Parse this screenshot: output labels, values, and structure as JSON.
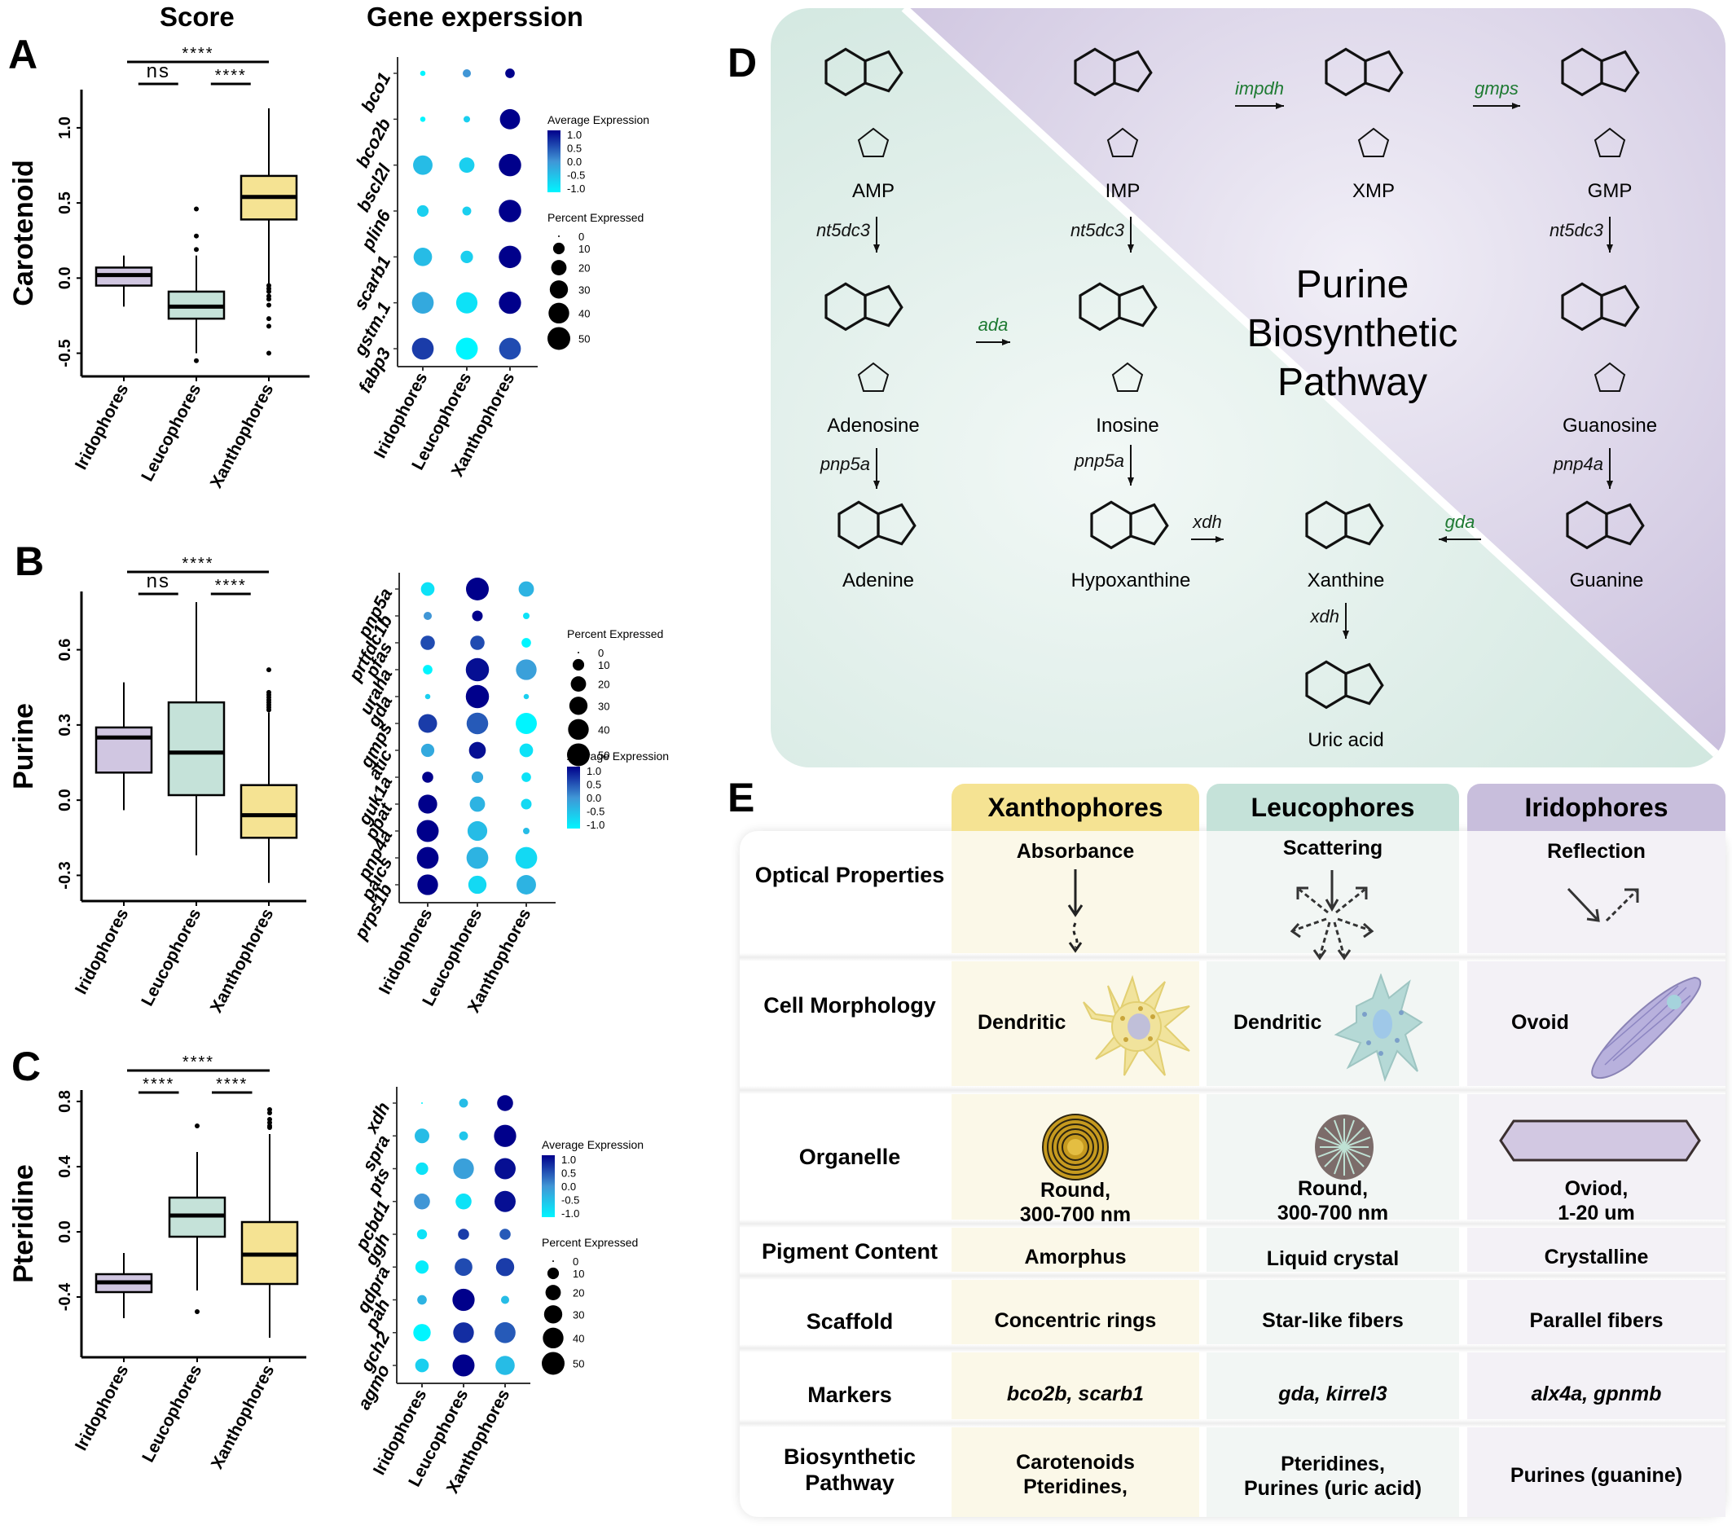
{
  "headers": {
    "score": "Score",
    "gene_expression": "Gene experssion"
  },
  "panel_letters": {
    "a": "A",
    "b": "B",
    "c": "C",
    "d": "D",
    "e": "E"
  },
  "cell_types": [
    "Iridophores",
    "Leucophores",
    "Xanthophores"
  ],
  "colors": {
    "iridophores": "#d0c6e1",
    "leucophores": "#c5e2d9",
    "xanthophores": "#f5e393",
    "expr_low": "#00f5ff",
    "expr_high": "#00008b",
    "enzyme_green": "#1e7a32"
  },
  "chart_data": [
    {
      "id": "A-box",
      "type": "box",
      "ylabel": "Carotenoid",
      "categories": [
        "Iridophores",
        "Leucophores",
        "Xanthophores"
      ],
      "ylim": [
        -0.6,
        1.2
      ],
      "yticks": [
        -0.5,
        0.0,
        0.5,
        1.0
      ],
      "ytick_labels": [
        "-0.5",
        "0.0",
        "0.5",
        "1.0"
      ],
      "boxes": [
        {
          "name": "Iridophores",
          "whisker_low": -0.19,
          "q1": -0.05,
          "median": 0.02,
          "q3": 0.07,
          "whisker_high": 0.15,
          "outliers": []
        },
        {
          "name": "Leucophores",
          "whisker_low": -0.5,
          "q1": -0.27,
          "median": -0.19,
          "q3": -0.09,
          "whisker_high": 0.15,
          "outliers": [
            0.46,
            0.28,
            0.19,
            -0.55
          ]
        },
        {
          "name": "Xanthophores",
          "whisker_low": -0.05,
          "q1": 0.39,
          "median": 0.54,
          "q3": 0.68,
          "whisker_high": 1.13,
          "outliers": [
            -0.05,
            -0.07,
            -0.09,
            -0.12,
            -0.14,
            -0.18,
            -0.27,
            -0.32,
            -0.5
          ]
        }
      ],
      "significance": [
        {
          "pair": [
            "Iridophores",
            "Xanthophores"
          ],
          "label": "****"
        },
        {
          "pair": [
            "Iridophores",
            "Leucophores"
          ],
          "label": "ns"
        },
        {
          "pair": [
            "Leucophores",
            "Xanthophores"
          ],
          "label": "****"
        }
      ]
    },
    {
      "id": "A-dot",
      "type": "dot",
      "genes": [
        "bco1",
        "bco2b",
        "bscl2l",
        "plin6",
        "scarb1",
        "gstm.1",
        "fabp3"
      ],
      "categories": [
        "Iridophores",
        "Leucophores",
        "Xanthophores"
      ],
      "avg_expression": [
        [
          -1.0,
          0.0,
          1.0
        ],
        [
          -1.0,
          -0.6,
          1.0
        ],
        [
          -0.4,
          -0.6,
          1.0
        ],
        [
          -0.6,
          -0.6,
          1.0
        ],
        [
          -0.4,
          -0.6,
          1.0
        ],
        [
          -0.2,
          -0.8,
          1.0
        ],
        [
          0.6,
          -1.0,
          0.5
        ]
      ],
      "pct_expressed": [
        [
          1,
          4,
          6
        ],
        [
          1,
          2,
          38
        ],
        [
          35,
          20,
          48
        ],
        [
          10,
          5,
          48
        ],
        [
          31,
          12,
          48
        ],
        [
          45,
          43,
          47
        ],
        [
          45,
          46,
          45
        ]
      ],
      "legend": {
        "color_title": "Average Expression",
        "color_ticks": [
          "1.0",
          "0.5",
          "0.0",
          "-0.5",
          "-1.0"
        ],
        "size_title": "Percent Expressed",
        "size_ticks": [
          "0",
          "10",
          "20",
          "30",
          "40",
          "50"
        ],
        "order": [
          "color",
          "size"
        ]
      }
    },
    {
      "id": "B-box",
      "type": "box",
      "ylabel": "Purine",
      "categories": [
        "Iridophores",
        "Leucophores",
        "Xanthophores"
      ],
      "ylim": [
        -0.37,
        0.8
      ],
      "yticks": [
        -0.3,
        0.0,
        0.3,
        0.6
      ],
      "ytick_labels": [
        "-0.3",
        "0.0",
        "0.3",
        "0.6"
      ],
      "boxes": [
        {
          "name": "Iridophores",
          "whisker_low": -0.04,
          "q1": 0.11,
          "median": 0.25,
          "q3": 0.29,
          "whisker_high": 0.47,
          "outliers": []
        },
        {
          "name": "Leucophores",
          "whisker_low": -0.22,
          "q1": 0.02,
          "median": 0.19,
          "q3": 0.39,
          "whisker_high": 0.79,
          "outliers": []
        },
        {
          "name": "Xanthophores",
          "whisker_low": -0.33,
          "q1": -0.15,
          "median": -0.06,
          "q3": 0.06,
          "whisker_high": 0.35,
          "outliers": [
            0.52,
            0.43,
            0.42,
            0.41,
            0.4,
            0.39,
            0.38,
            0.37,
            0.36
          ]
        }
      ],
      "significance": [
        {
          "pair": [
            "Iridophores",
            "Xanthophores"
          ],
          "label": "****"
        },
        {
          "pair": [
            "Iridophores",
            "Leucophores"
          ],
          "label": "ns"
        },
        {
          "pair": [
            "Leucophores",
            "Xanthophores"
          ],
          "label": "****"
        }
      ]
    },
    {
      "id": "B-dot",
      "type": "dot",
      "genes": [
        "pnp5a",
        "prtfdc1b",
        "pfas",
        "uraha",
        "gda",
        "gmps",
        "atic",
        "guk1a",
        "ppat",
        "pnp4a",
        "paics",
        "prps1b"
      ],
      "categories": [
        "Iridophores",
        "Leucophores",
        "Xanthophores"
      ],
      "avg_expression": [
        [
          -0.8,
          1.0,
          -0.3
        ],
        [
          0.0,
          1.0,
          -0.8
        ],
        [
          0.5,
          0.5,
          -1.0
        ],
        [
          -1.0,
          0.9,
          -0.1
        ],
        [
          -0.6,
          1.0,
          -0.6
        ],
        [
          0.6,
          0.4,
          -1.0
        ],
        [
          -0.2,
          0.9,
          -0.8
        ],
        [
          1.0,
          -0.2,
          -0.8
        ],
        [
          1.0,
          -0.3,
          -0.7
        ],
        [
          1.0,
          -0.4,
          -0.4
        ],
        [
          1.0,
          -0.3,
          -0.7
        ],
        [
          1.0,
          -0.7,
          -0.3
        ]
      ],
      "pct_expressed": [
        [
          15,
          50,
          20
        ],
        [
          4,
          8,
          2
        ],
        [
          17,
          17,
          6
        ],
        [
          6,
          52,
          40
        ],
        [
          1,
          52,
          1
        ],
        [
          32,
          44,
          42
        ],
        [
          14,
          25,
          15
        ],
        [
          9,
          10,
          6
        ],
        [
          33,
          20,
          8
        ],
        [
          46,
          36,
          2
        ],
        [
          45,
          45,
          45
        ],
        [
          40,
          30,
          35
        ]
      ],
      "legend": {
        "size_title": "Percent Expressed",
        "size_ticks": [
          "0",
          "10",
          "20",
          "30",
          "40",
          "50"
        ],
        "color_title": "Average Expression",
        "color_ticks": [
          "1.0",
          "0.5",
          "0.0",
          "-0.5",
          "-1.0"
        ],
        "order": [
          "size",
          "color"
        ]
      }
    },
    {
      "id": "C-box",
      "type": "box",
      "ylabel": "Pteridine",
      "categories": [
        "Iridophores",
        "Leucophores",
        "Xanthophores"
      ],
      "ylim": [
        -0.72,
        0.82
      ],
      "yticks": [
        -0.4,
        0.0,
        0.4,
        0.8
      ],
      "ytick_labels": [
        "-0.4",
        "0.0",
        "0.4",
        "0.8"
      ],
      "boxes": [
        {
          "name": "Iridophores",
          "whisker_low": -0.53,
          "q1": -0.37,
          "median": -0.31,
          "q3": -0.26,
          "whisker_high": -0.13,
          "outliers": []
        },
        {
          "name": "Leucophores",
          "whisker_low": -0.36,
          "q1": -0.03,
          "median": 0.1,
          "q3": 0.21,
          "whisker_high": 0.49,
          "outliers": [
            0.65,
            -0.49
          ]
        },
        {
          "name": "Xanthophores",
          "whisker_low": -0.65,
          "q1": -0.32,
          "median": -0.14,
          "q3": 0.06,
          "whisker_high": 0.6,
          "outliers": [
            0.75,
            0.73,
            0.69,
            0.67,
            0.65,
            0.64
          ]
        }
      ],
      "significance": [
        {
          "pair": [
            "Iridophores",
            "Xanthophores"
          ],
          "label": "****"
        },
        {
          "pair": [
            "Iridophores",
            "Leucophores"
          ],
          "label": "****"
        },
        {
          "pair": [
            "Leucophores",
            "Xanthophores"
          ],
          "label": "****"
        }
      ]
    },
    {
      "id": "C-dot",
      "type": "dot",
      "genes": [
        "xdh",
        "spra",
        "pts",
        "pcbd1",
        "ggh",
        "qdpra",
        "pah",
        "gch2",
        "agmo"
      ],
      "categories": [
        "Iridophores",
        "Leucophores",
        "Xanthophores"
      ],
      "avg_expression": [
        [
          -1.0,
          -0.4,
          1.0
        ],
        [
          -0.4,
          -0.5,
          1.0
        ],
        [
          -0.8,
          -0.1,
          0.9
        ],
        [
          0.0,
          -0.8,
          0.9
        ],
        [
          -0.8,
          0.6,
          0.4
        ],
        [
          -0.9,
          0.5,
          0.6
        ],
        [
          -0.3,
          1.0,
          -0.4
        ],
        [
          -1.0,
          0.7,
          0.4
        ],
        [
          -0.6,
          1.0,
          -0.4
        ]
      ],
      "pct_expressed": [
        [
          0,
          5,
          22
        ],
        [
          18,
          5,
          47
        ],
        [
          12,
          40,
          42
        ],
        [
          22,
          22,
          42
        ],
        [
          7,
          9,
          9
        ],
        [
          14,
          28,
          30
        ],
        [
          6,
          47,
          4
        ],
        [
          27,
          40,
          41
        ],
        [
          15,
          46,
          34
        ]
      ],
      "legend": {
        "color_title": "Average Expression",
        "color_ticks": [
          "1.0",
          "0.5",
          "0.0",
          "-0.5",
          "-1.0"
        ],
        "size_title": "Percent Expressed",
        "size_ticks": [
          "0",
          "10",
          "20",
          "30",
          "40",
          "50"
        ],
        "order": [
          "color",
          "size"
        ]
      }
    }
  ],
  "pathway": {
    "title": [
      "Purine",
      "Biosynthetic",
      "Pathway"
    ],
    "compounds": {
      "amp": "AMP",
      "imp": "IMP",
      "xmp": "XMP",
      "gmp": "GMP",
      "adenosine": "Adenosine",
      "inosine": "Inosine",
      "guanosine": "Guanosine",
      "adenine": "Adenine",
      "hypoxanthine": "Hypoxanthine",
      "xanthine": "Xanthine",
      "guanine": "Guanine",
      "uric_acid": "Uric acid"
    },
    "enzymes": {
      "impdh": "impdh",
      "gmps": "gmps",
      "nt5dc3_a": "nt5dc3",
      "nt5dc3_i": "nt5dc3",
      "nt5dc3_g": "nt5dc3",
      "ada": "ada",
      "pnp5a_a": "pnp5a",
      "pnp5a_i": "pnp5a",
      "pnp4a": "pnp4a",
      "gda": "gda",
      "xdh_1": "xdh",
      "xdh_2": "xdh"
    }
  },
  "table": {
    "columns": [
      "Xanthophores",
      "Leucophores",
      "Iridophores"
    ],
    "rows": [
      {
        "label": "Optical Properties",
        "values": [
          "Absorbance",
          "Scattering",
          "Reflection"
        ]
      },
      {
        "label": "Cell Morphology",
        "values": [
          "Dendritic",
          "Dendritic",
          "Ovoid"
        ]
      },
      {
        "label": "Organelle",
        "values": [
          "Round,\n300-700 nm",
          "Round,\n300-700 nm",
          "Oviod,\n1-20 um"
        ]
      },
      {
        "label": "Pigment Content",
        "values": [
          "Amorphus",
          "Liquid crystal",
          "Crystalline"
        ]
      },
      {
        "label": "Scaffold",
        "values": [
          "Concentric rings",
          "Star-like fibers",
          "Parallel fibers"
        ]
      },
      {
        "label": "Markers",
        "values": [
          "bco2b, scarb1",
          "gda, kirrel3",
          "alx4a, gpnmb"
        ]
      },
      {
        "label": "Biosynthetic Pathway",
        "values": [
          "Carotenoids\nPteridines,",
          "Pteridines,\nPurines (uric acid)",
          "Purines (guanine)"
        ]
      }
    ]
  }
}
